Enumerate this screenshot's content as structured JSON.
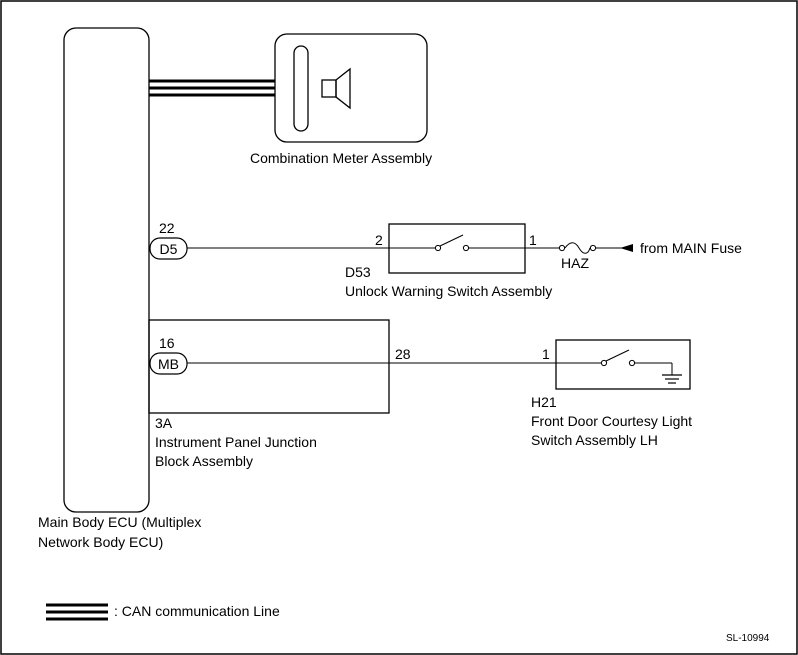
{
  "components": {
    "ecu": {
      "label_line1": "Main Body ECU (Multiplex",
      "label_line2": "Network Body ECU)"
    },
    "meter": {
      "label": "Combination Meter Assembly"
    },
    "unlock_switch": {
      "code": "D53",
      "label": "Unlock Warning Switch Assembly",
      "pin_left": "2",
      "pin_right": "1"
    },
    "junction_block": {
      "code": "3A",
      "label_line1": "Instrument Panel Junction",
      "label_line2": "Block Assembly",
      "pin_out": "28"
    },
    "courtesy_switch": {
      "code": "H21",
      "label_line1": "Front Door Courtesy Light",
      "label_line2": "Switch Assembly LH",
      "pin": "1"
    }
  },
  "connectors": {
    "d5": {
      "name": "D5",
      "pin": "22"
    },
    "mb": {
      "name": "MB",
      "pin": "16"
    }
  },
  "fuse": {
    "name": "HAZ"
  },
  "source": {
    "label": "from MAIN Fuse"
  },
  "legend": {
    "can_label": ": CAN communication Line"
  },
  "figure_id": "SL-10994"
}
